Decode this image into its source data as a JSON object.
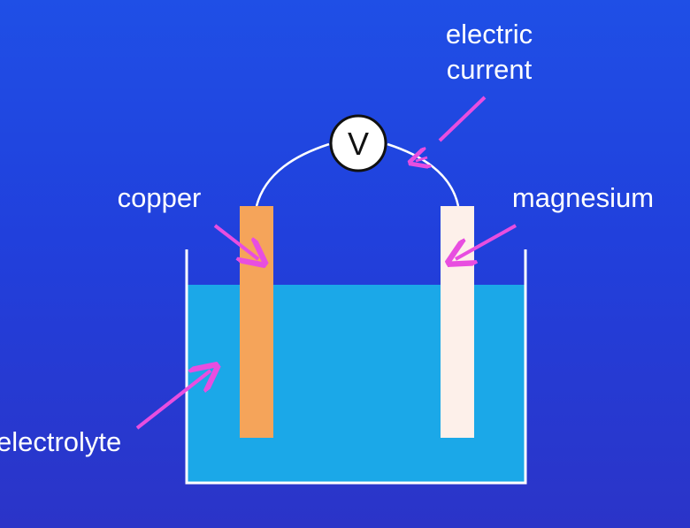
{
  "labels": {
    "electric_line1": "electric",
    "electric_line2": "current",
    "copper": "copper",
    "magnesium": "magnesium",
    "electrolyte": "electrolyte",
    "voltmeter": "V"
  },
  "colors": {
    "background": "#2140dc",
    "electrolyte": "#1ba8e8",
    "copper": "#f5a45a",
    "magnesium": "#fdf0ea",
    "arrow": "#e84ee0",
    "wire": "#ffffff"
  }
}
